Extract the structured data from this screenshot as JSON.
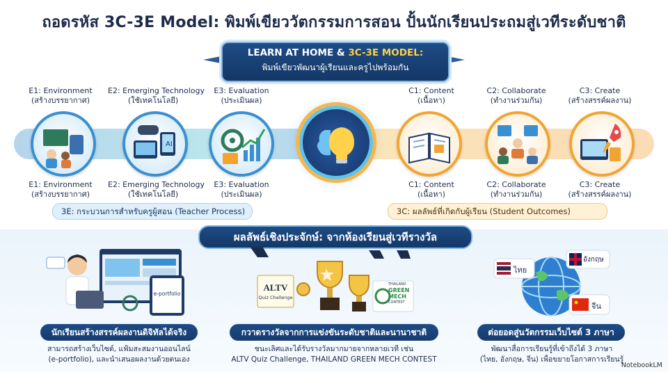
{
  "title": "ถอดรหัส 3C-3E Model: พิมพ์เขียววัตกรรมการสอน ปั้นนักเรียนประถมสู่เวทีระดับชาติ",
  "banner": {
    "line1_a": "LEARN AT HOME & ",
    "line1_b": "3C-3E MODEL:",
    "line2": "พิมพ์เขียวพัฒนาผู้เรียนและครูไปพร้อมกัน"
  },
  "steps_e": [
    {
      "name": "E1: Environment",
      "sub": "(สร้างบรรยากาศ)",
      "icon": "classroom-icon"
    },
    {
      "name": "E2: Emerging Technology",
      "sub": "(ใช้เทคโนโลยี)",
      "icon": "technology-icon"
    },
    {
      "name": "E3: Evaluation",
      "sub": "(ประเมินผล)",
      "icon": "evaluation-chart-icon"
    }
  ],
  "steps_c": [
    {
      "name": "C1: Content",
      "sub": "(เนื้อหา)",
      "icon": "book-content-icon"
    },
    {
      "name": "C2: Collaborate",
      "sub": "(ทำงานร่วมกัน)",
      "icon": "collaboration-icon"
    },
    {
      "name": "C3: Create",
      "sub": "(สร้างสรรค์ผลงาน)",
      "icon": "rocket-create-icon"
    }
  ],
  "center_icon": "brain-lightbulb-icon",
  "pill_e": "3E: กระบวนการสำหรับครูผู้สอน (Teacher Process)",
  "pill_c": "3C: ผลลัพธ์ที่เกิดกับผู้เรียน (Student Outcomes)",
  "outcomes_title": "ผลลัพธ์เชิงประจักษ์: จากห้องเรียนสู่เวทีรางวัล",
  "cards": [
    {
      "title": "นักเรียนสร้างสรรค์ผลงานดิจิทัลได้จริง",
      "desc1": "สามารถสร้างเว็บไซต์, แฟ้มสะสมงานออนไลน์",
      "desc2": "(e-portfolio), และนำเสนอผลงานด้วยตนเอง",
      "tablet_label": "e-portfolio"
    },
    {
      "title": "กวาดรางวัลจากการแข่งขันระดับชาติและนานาชาติ",
      "desc1": "ชนะเลิศและได้รับรางวัลมากมายจากหลายเวที เช่น",
      "desc2": "ALTV Quiz Challenge, THAILAND GREEN MECH CONTEST",
      "sign_altv": "ALTV",
      "sign_altv_sub": "Quiz Challenge",
      "sign_green1": "THAILAND",
      "sign_green2": "GREEN",
      "sign_green3": "MECH",
      "sign_green4": "CONTEST"
    },
    {
      "title": "ต่อยอดสู่นวัตกรรมเว็บไซต์ 3 ภาษา",
      "desc1": "พัฒนาสื่อการเรียนรู้ที่เข้าถึงได้ 3 ภาษา",
      "desc2": "(ไทย, อังกฤษ, จีน) เพื่อขยายโอกาสการเรียนรู้",
      "lang_th": "ไทย",
      "lang_en": "อังกฤษ",
      "lang_cn": "จีน"
    }
  ],
  "watermark": "NotebookLM",
  "colors": {
    "navy": "#1e4c86",
    "blue": "#3a8fd0",
    "orange": "#f1a431"
  }
}
